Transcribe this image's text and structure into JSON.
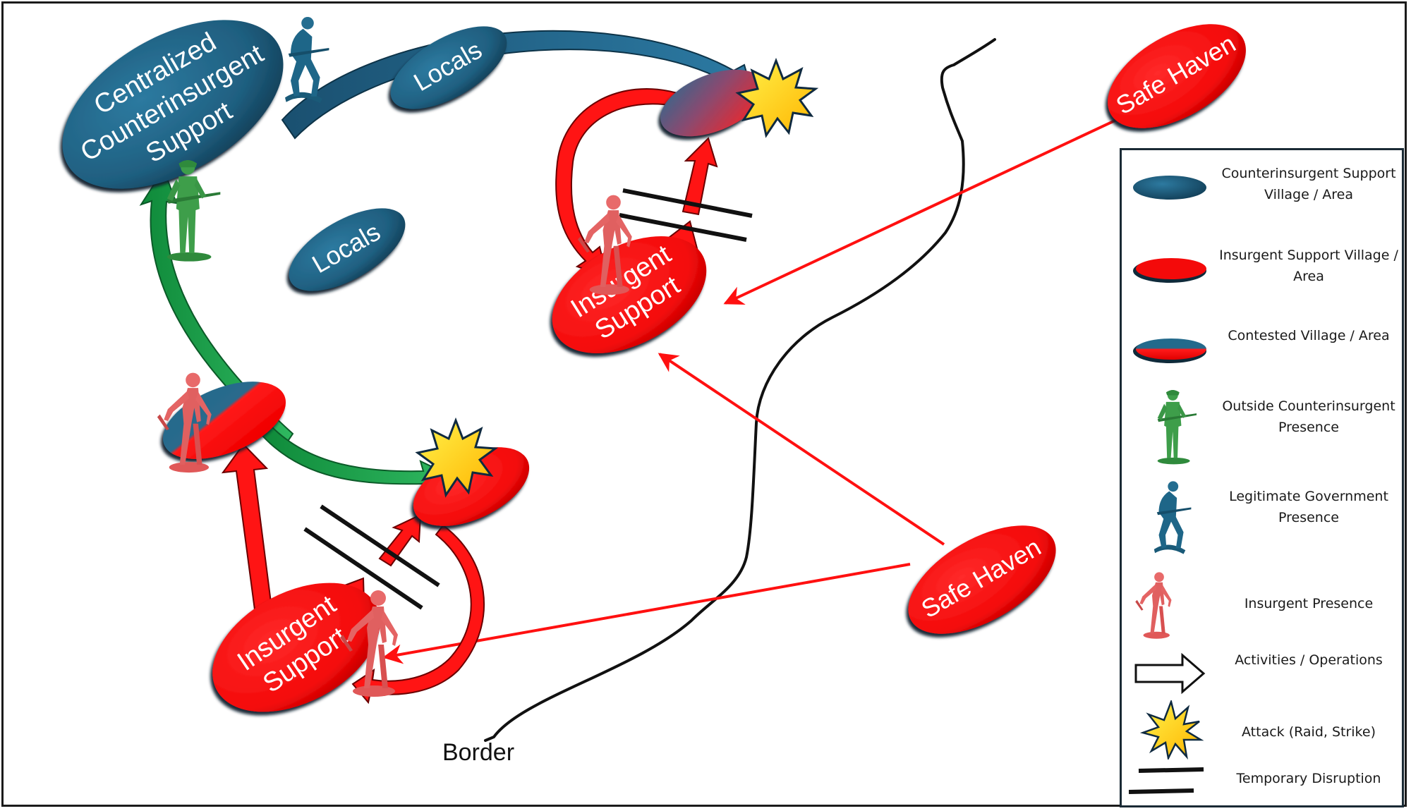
{
  "diagram": {
    "nodes": {
      "central": {
        "lines": [
          "Centralized",
          "Counterinsurgent",
          "Support"
        ],
        "type": "counterinsurgent"
      },
      "locals_1": {
        "label": "Locals",
        "type": "counterinsurgent"
      },
      "locals_2": {
        "label": "Locals",
        "type": "counterinsurgent"
      },
      "insurgent_top": {
        "lines": [
          "Insurgent",
          "Support"
        ],
        "type": "insurgent"
      },
      "insurgent_bottom": {
        "lines": [
          "Insurgent",
          "Support"
        ],
        "type": "insurgent"
      },
      "safe_haven_top": {
        "label": "Safe Haven",
        "type": "insurgent"
      },
      "safe_haven_bottom": {
        "label": "Safe Haven",
        "type": "insurgent"
      },
      "contested_top": {
        "label": "",
        "type": "contested"
      },
      "contested_left": {
        "label": "",
        "type": "contested"
      },
      "insurgent_target_bottom": {
        "label": "",
        "type": "insurgent"
      }
    },
    "border_label": "Border"
  },
  "legend": {
    "items": [
      {
        "icon": "counterinsurgent-ellipse-icon",
        "label": "Counterinsurgent Support Village / Area"
      },
      {
        "icon": "insurgent-ellipse-icon",
        "label": "Insurgent Support Village / Area"
      },
      {
        "icon": "contested-ellipse-icon",
        "label": "Contested Village / Area"
      },
      {
        "icon": "green-soldier-icon",
        "label": "Outside Counterinsurgent Presence"
      },
      {
        "icon": "blue-soldier-icon",
        "label": "Legitimate Government Presence"
      },
      {
        "icon": "red-soldier-icon",
        "label": "Insurgent Presence"
      },
      {
        "icon": "outline-arrow-icon",
        "label": "Activities / Operations"
      },
      {
        "icon": "explosion-icon",
        "label": "Attack (Raid, Strike)"
      },
      {
        "icon": "double-bar-icon",
        "label": "Temporary Disruption"
      }
    ]
  },
  "colors": {
    "counterinsurgent_blue": "#1f5f80",
    "insurgent_red": "#ff0d0d",
    "outside_green": "#1e9a4a",
    "attack_yellow": "#ffe010",
    "border_black": "#111111"
  }
}
